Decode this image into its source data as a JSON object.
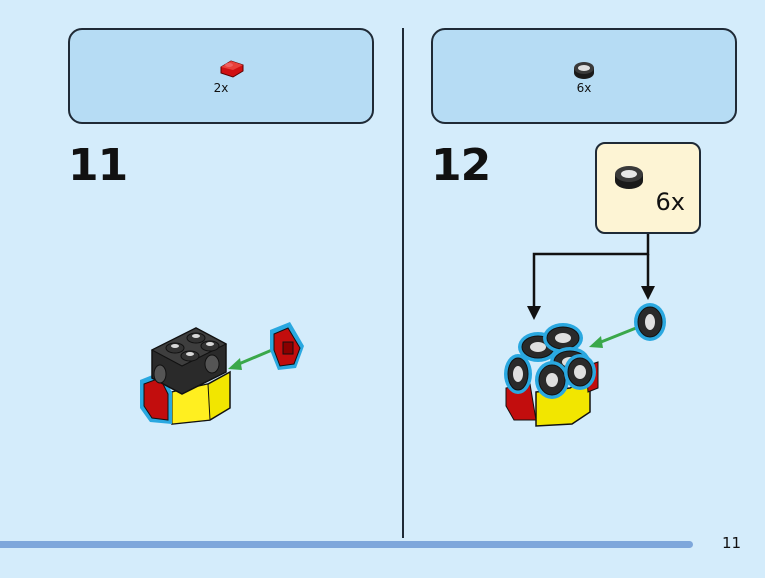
{
  "step11": {
    "number": "11",
    "parts_count": "2x",
    "part_icon": "red-slope-piece-icon"
  },
  "step12": {
    "number": "12",
    "parts_count": "6x",
    "part_icon": "black-round-tile-icon",
    "callout_count": "6x"
  },
  "page_number": "11",
  "colors": {
    "background": "#d4ecfb",
    "parts_box": "#b6dcf4",
    "callout": "#fdf4d4",
    "footer_bar": "#7ea7db",
    "highlight": "#2aa8e0",
    "arrow_green": "#3aa84a"
  }
}
